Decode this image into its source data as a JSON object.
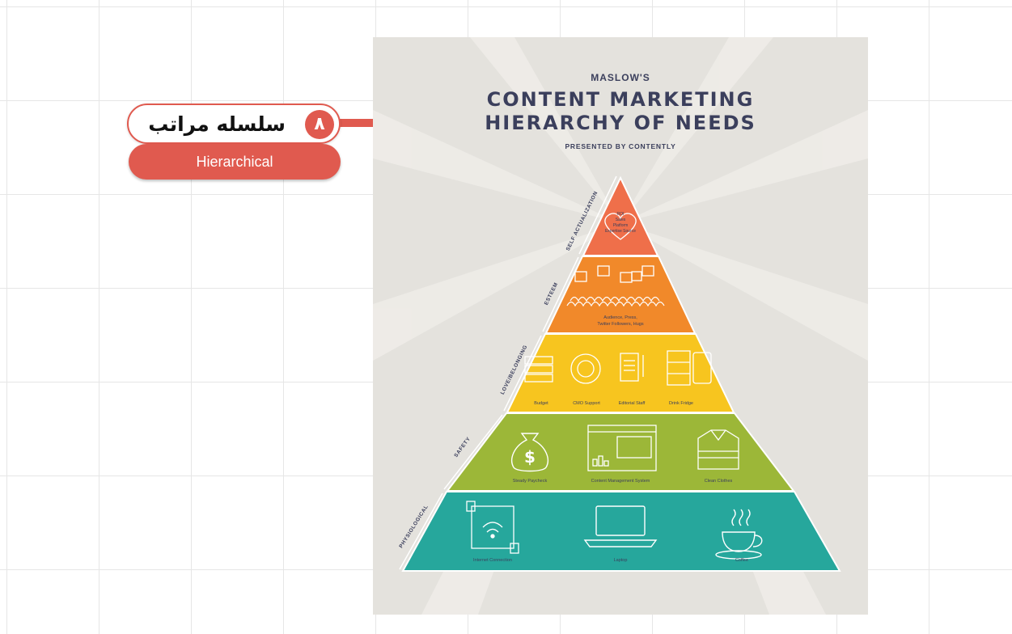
{
  "badge": {
    "number": "٨",
    "title": "سلسله مراتب",
    "subtitle": "Hierarchical"
  },
  "poster": {
    "pre_title": "MASLOW'S",
    "title_line1": "CONTENT MARKETING",
    "title_line2": "HIERARCHY OF NEEDS",
    "byline": "PRESENTED BY CONTENTLY",
    "levels": [
      {
        "side_label": "SELF ACTUALIZATION",
        "color": "#ef6f4a",
        "items": [
          "ROI",
          "Sales",
          "Platform",
          "Expertise Source"
        ]
      },
      {
        "side_label": "ESTEEM",
        "color": "#f1892a",
        "items": [
          "Audience, Press,",
          "Twitter Followers, Hugs"
        ]
      },
      {
        "side_label": "LOVE/BELONGING",
        "color": "#f7c51f",
        "items": [
          "Budget",
          "CMO Support",
          "Editorial Staff",
          "Drink Fridge"
        ]
      },
      {
        "side_label": "SAFETY",
        "color": "#9cb738",
        "items": [
          "Steady Paycheck",
          "Content Management System",
          "Clean Clothes"
        ]
      },
      {
        "side_label": "PHYSIOLOGICAL",
        "color": "#26a79c",
        "items": [
          "Internet Connection",
          "Laptop",
          "Coffee"
        ]
      }
    ]
  }
}
